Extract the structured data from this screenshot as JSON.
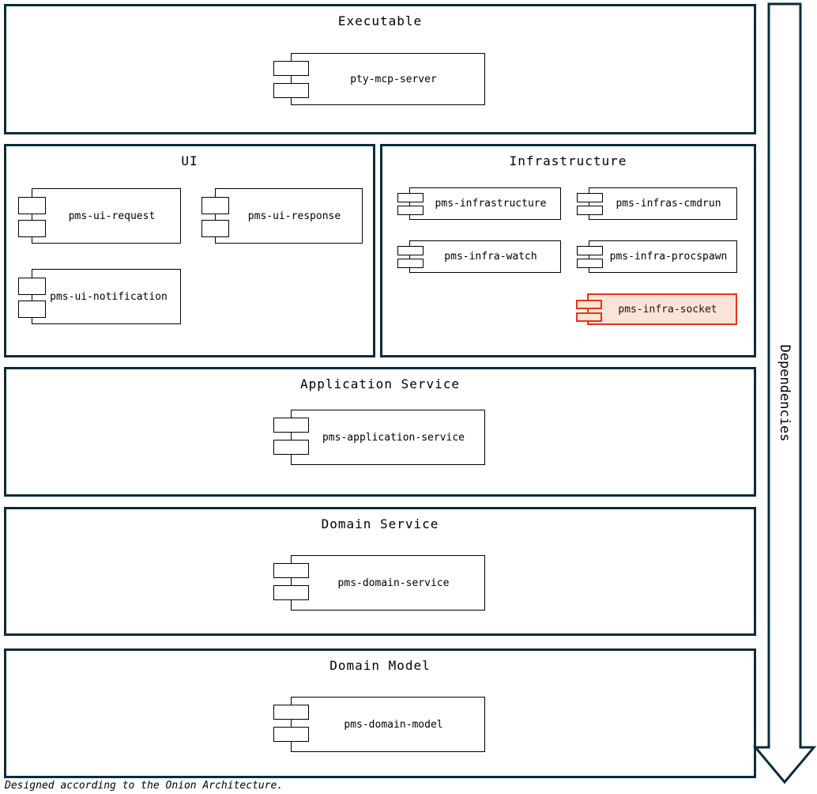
{
  "diagram": {
    "arrow_label": "Dependencies",
    "caption": "Designed according to the Onion Architecture.",
    "colors": {
      "layer_border": "#0a2b3a",
      "component_border": "#000000",
      "highlight_border": "#e6331c",
      "highlight_fill": "#fbe3d8",
      "background": "#ffffff"
    },
    "layers": [
      {
        "id": "executable",
        "title": "Executable",
        "components": [
          {
            "label": "pty-mcp-server",
            "highlighted": false
          }
        ]
      },
      {
        "id": "ui",
        "title": "UI",
        "components": [
          {
            "label": "pms-ui-request",
            "highlighted": false
          },
          {
            "label": "pms-ui-response",
            "highlighted": false
          },
          {
            "label": "pms-ui-notification",
            "highlighted": false
          }
        ]
      },
      {
        "id": "infrastructure",
        "title": "Infrastructure",
        "components": [
          {
            "label": "pms-infrastructure",
            "highlighted": false
          },
          {
            "label": "pms-infras-cmdrun",
            "highlighted": false
          },
          {
            "label": "pms-infra-watch",
            "highlighted": false
          },
          {
            "label": "pms-infra-procspawn",
            "highlighted": false
          },
          {
            "label": "pms-infra-socket",
            "highlighted": true
          }
        ]
      },
      {
        "id": "application-service",
        "title": "Application Service",
        "components": [
          {
            "label": "pms-application-service",
            "highlighted": false
          }
        ]
      },
      {
        "id": "domain-service",
        "title": "Domain Service",
        "components": [
          {
            "label": "pms-domain-service",
            "highlighted": false
          }
        ]
      },
      {
        "id": "domain-model",
        "title": "Domain Model",
        "components": [
          {
            "label": "pms-domain-model",
            "highlighted": false
          }
        ]
      }
    ]
  }
}
